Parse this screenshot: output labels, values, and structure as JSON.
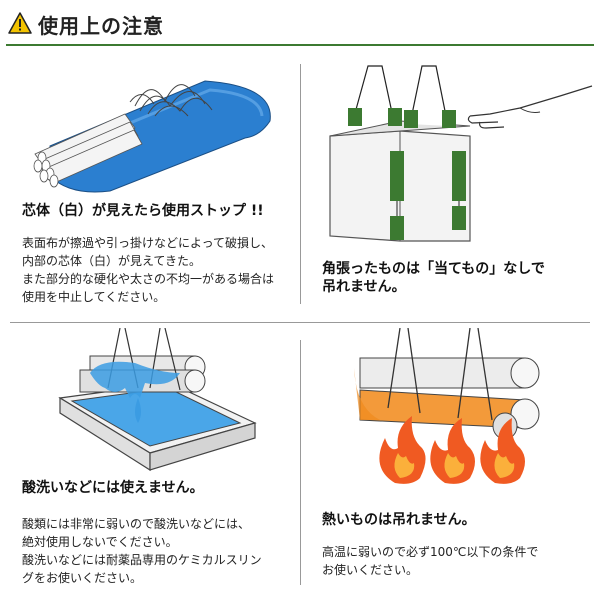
{
  "header": {
    "title": "使用上の注意",
    "warning_icon": "warning-triangle-icon"
  },
  "panels": [
    {
      "heading": "芯体（白）が見えたら使用ストップ !!",
      "body": [
        "表面布が擦過や引っ掛けなどによって破損し、",
        "内部の芯体（白）が見えてきた。",
        "また部分的な硬化や太さの不均一がある場合は",
        "使用を中止してください。"
      ]
    },
    {
      "heading": [
        "角張ったものは「当てもの」なしで",
        "吊れません。"
      ]
    },
    {
      "heading": "酸洗いなどには使えません。",
      "body": [
        "酸類には非常に弱いので酸洗いなどには、",
        "絶対使用しないでください。",
        "酸洗いなどには耐薬品専用のケミカルスリン",
        "グをお使いください。"
      ]
    },
    {
      "heading": "熱いものは吊れません。",
      "body": [
        "高温に弱いので必ず100℃以下の条件で",
        "お使いください。"
      ]
    }
  ],
  "colors": {
    "green": "#3c7a31",
    "blue": "#2b7fd0",
    "orange": "#f08a1c"
  }
}
